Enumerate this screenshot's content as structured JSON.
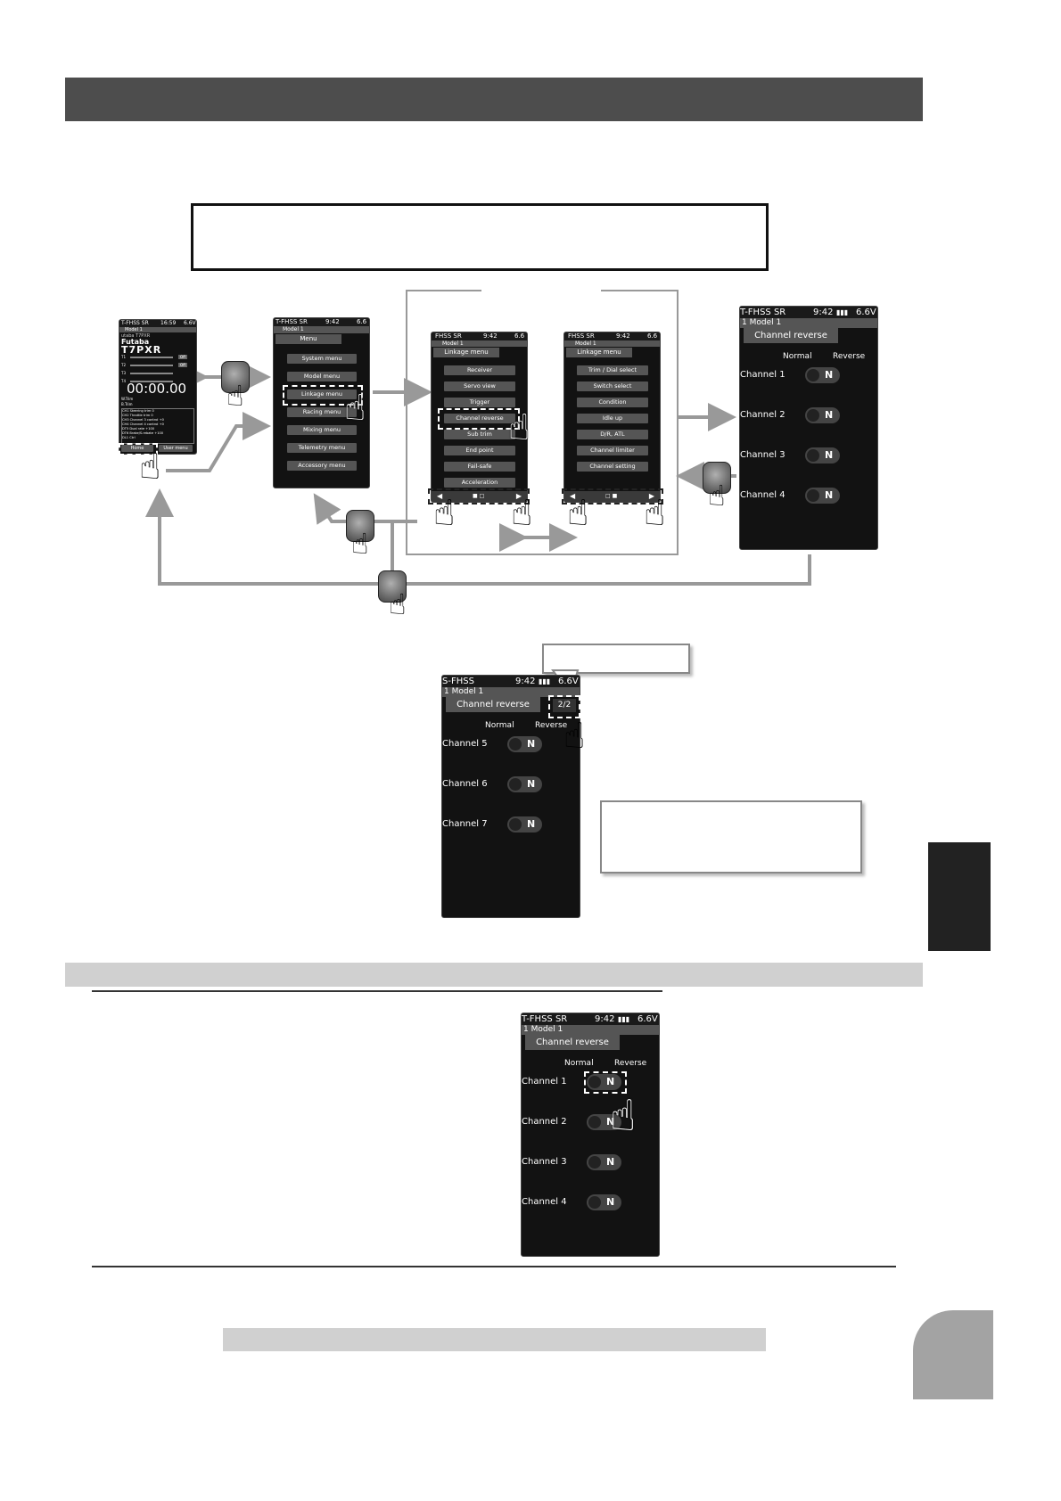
{
  "status": {
    "ch_home": "T-FHSS SR",
    "time_home": "16:59",
    "batt_home": "6.6V",
    "ch": "T-FHSS SR",
    "time": "9:42",
    "batt": "6.6V",
    "ch_short": "FHSS SR",
    "batt_short": "6.6",
    "ch_p2": "S-FHSS"
  },
  "home": {
    "model": "Model 1",
    "brand": "Futaba",
    "product_small": "utaba T7PXR",
    "product": "T7PXR",
    "timer": "00:00.00",
    "btn_left": "Home",
    "btn_right": "User menu",
    "trims": [
      "T1",
      "T2",
      "T3",
      "T4"
    ],
    "trim_tags": [
      "Off",
      "Off"
    ],
    "wheel_trim": "W.Trim",
    "b_trim": "B.Trim",
    "info_rows": [
      "CH1 Steering trim 0",
      "CH2 Throttle trim 0",
      "CH3 Channel 3 control +0",
      "CH4 Channel 4 control +0",
      "DT5 Dual rate +100",
      "DT6 Brake/S.rebate +100",
      "DL1 Ctrl"
    ]
  },
  "menu": {
    "model_row": "Model 1",
    "title": "Menu",
    "items": [
      "System menu",
      "Model menu",
      "Linkage menu",
      "Racing menu",
      "Mixing menu",
      "Telemetry menu",
      "Accessory menu"
    ]
  },
  "linkage1": {
    "model_row": "Model 1",
    "title": "Linkage menu",
    "items": [
      "Receiver",
      "Servo view",
      "Trigger",
      "Channel reverse",
      "Sub trim",
      "End point",
      "Fail-safe",
      "Acceleration"
    ]
  },
  "linkage2": {
    "model_row": "Model 1",
    "title": "Linkage menu",
    "items": [
      "Trim / Dial select",
      "Switch select",
      "Condition",
      "Idle up",
      "D/R, ATL",
      "Channel limiter",
      "Channel setting"
    ]
  },
  "chrev": {
    "model_row": "1  Model 1",
    "title": "Channel reverse",
    "col_normal": "Normal",
    "col_reverse": "Reverse",
    "channels": [
      "Channel 1",
      "Channel 2",
      "Channel 3",
      "Channel 4"
    ],
    "state": "N"
  },
  "chrev2": {
    "page": "2/2",
    "channels": [
      "Channel 5",
      "Channel 6",
      "Channel 7"
    ]
  },
  "bottom_nav": {
    "page_dots_1": "■ □",
    "page_dots_2": "□ ■"
  }
}
